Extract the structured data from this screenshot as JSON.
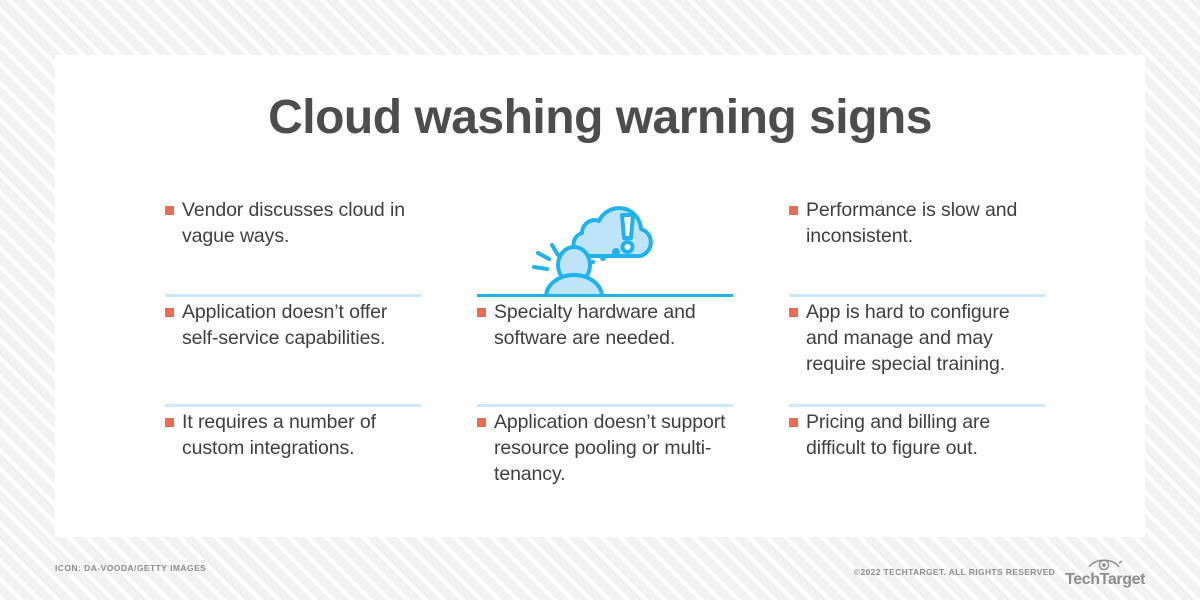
{
  "title": "Cloud washing warning signs",
  "colors": {
    "bullet_marker": "#ed6a4f",
    "divider": "#cbe9fb",
    "divider_strong": "#1fb3ee",
    "icon_stroke": "#1fb3ee",
    "icon_fill": "#bfe4f7",
    "title_text": "#4d4d4f",
    "body_text": "#3f3f41",
    "footer_text": "#8d8d8f",
    "card_background": "#ffffff"
  },
  "columns": [
    {
      "name": "left",
      "cells": [
        {
          "kind": "bullet",
          "text": "Vendor discusses cloud in vague ways."
        },
        {
          "kind": "bullet",
          "text": "Application doesn’t offer self-service capabilities."
        },
        {
          "kind": "bullet",
          "text": "It requires a number of custom integrations."
        }
      ]
    },
    {
      "name": "center",
      "cells": [
        {
          "kind": "icon",
          "icon_name": "cloud-confusion-icon",
          "text": ""
        },
        {
          "kind": "bullet",
          "text": "Specialty hardware and software are needed."
        },
        {
          "kind": "bullet",
          "text": "Application doesn’t support resource pooling or multi-tenancy."
        }
      ]
    },
    {
      "name": "right",
      "cells": [
        {
          "kind": "bullet",
          "text": "Performance is slow and inconsistent."
        },
        {
          "kind": "bullet",
          "text": "App is hard to configure and manage and may require special training."
        },
        {
          "kind": "bullet",
          "text": "Pricing and billing are difficult to figure out."
        }
      ]
    }
  ],
  "footer": {
    "credit": "ICON: DA-VOODA/GETTY IMAGES",
    "copyright": "©2022 TECHTARGET. ALL RIGHTS RESERVED",
    "logo_word": "TechTarget",
    "logo_icon_name": "techtarget-eye-icon"
  }
}
